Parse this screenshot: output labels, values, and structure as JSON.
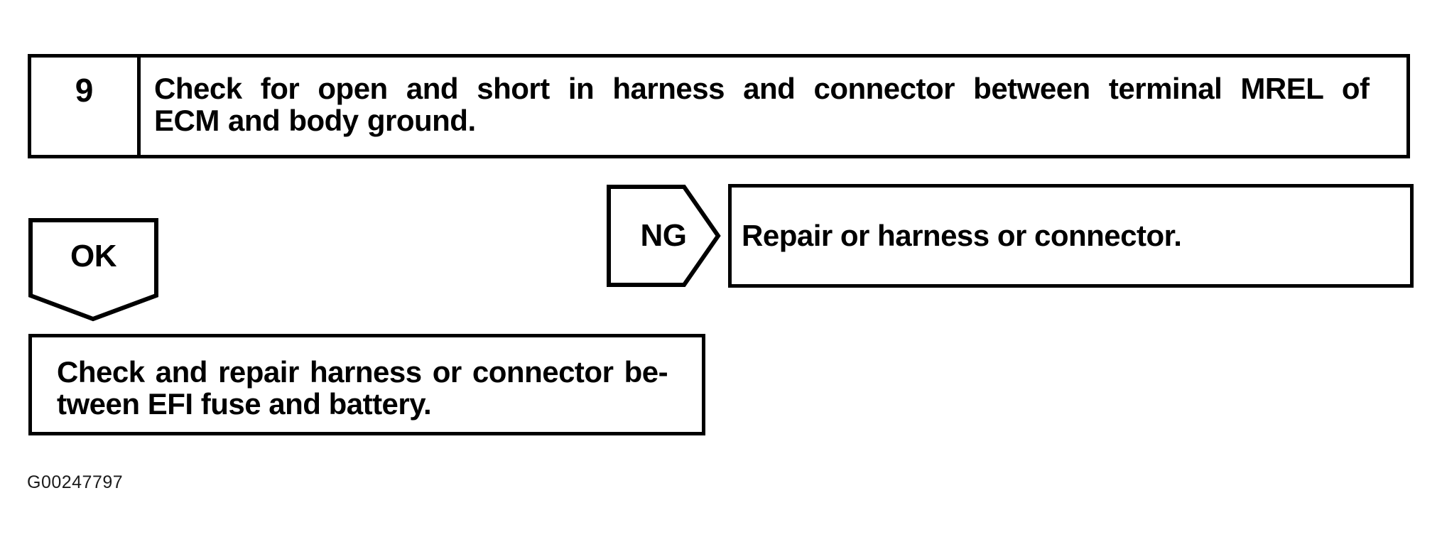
{
  "step_box": {
    "number": "9",
    "instruction_line1": "Check for open and short in harness and connector between terminal MREL of",
    "instruction_line2": "ECM and body ground."
  },
  "ng_branch": {
    "label": "NG",
    "result_text": "Repair or harness or connector."
  },
  "ok_branch": {
    "label": "OK",
    "result_line1": "Check and repair harness or connector be-",
    "result_line2": "tween EFI fuse and battery."
  },
  "figure_id": "G00247797",
  "colors": {
    "ink": "#000000",
    "paper": "#ffffff"
  }
}
